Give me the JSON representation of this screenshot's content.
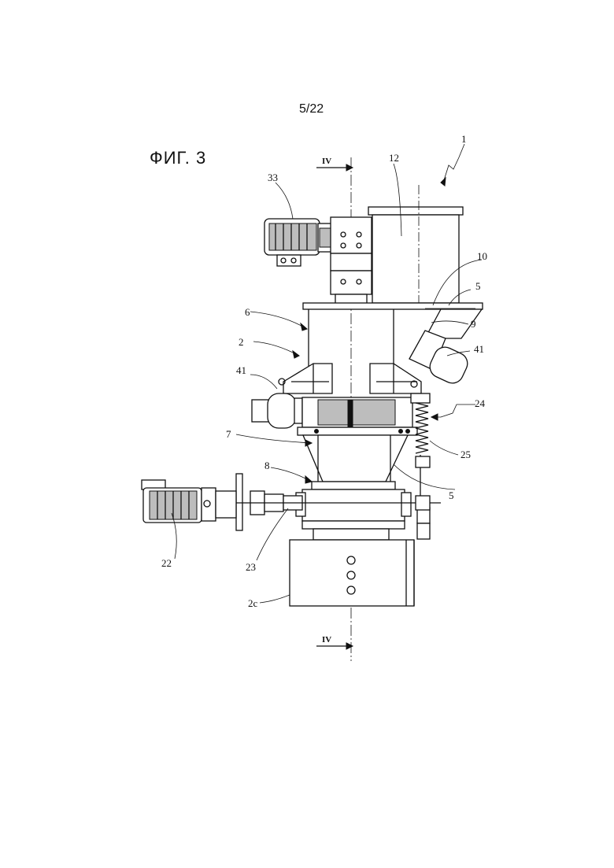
{
  "page_number": "5/22",
  "figure_title": "ФИГ. 3",
  "section_marks": {
    "top": "IV",
    "bottom": "IV"
  },
  "labels": {
    "l1": "1",
    "l12": "12",
    "l33": "33",
    "l10": "10",
    "l5a": "5",
    "l6": "6",
    "l9": "9",
    "l2": "2",
    "l41a": "41",
    "l41b": "41",
    "l24": "24",
    "l7": "7",
    "l25": "25",
    "l8": "8",
    "l5b": "5",
    "l22": "22",
    "l23": "23",
    "l2c": "2c"
  }
}
